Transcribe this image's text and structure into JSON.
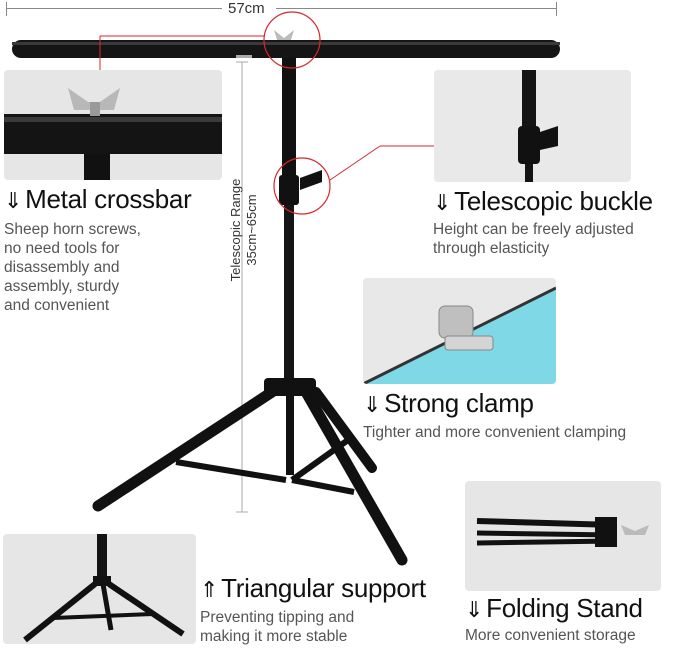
{
  "dimension": {
    "width_label": "57cm"
  },
  "telescopic_range": {
    "line1": "Telescopic Range",
    "line2": "35cm~65cm"
  },
  "features": {
    "metal_crossbar": {
      "title": "Metal crossbar",
      "desc": [
        "Sheep horn screws,",
        "no need tools for",
        "disassembly and",
        "assembly, sturdy",
        "and convenient"
      ]
    },
    "telescopic_buckle": {
      "title": "Telescopic buckle",
      "desc": [
        "Height can be freely adjusted",
        "through elasticity"
      ]
    },
    "strong_clamp": {
      "title": "Strong clamp",
      "desc": [
        "Tighter and more convenient clamping"
      ]
    },
    "triangular_support": {
      "title": "Triangular support",
      "desc": [
        "Preventing tipping and",
        "making it more stable"
      ]
    },
    "folding_stand": {
      "title": "Folding Stand",
      "desc": [
        "More convenient storage"
      ]
    }
  },
  "icons": {
    "down_chevron": "chevron-double-down-icon",
    "up_chevron": "chevron-double-up-icon"
  },
  "colors": {
    "callout_red": "#d9262b",
    "metal": "#1a1a1a",
    "photo_bg": "#e9e9e9"
  }
}
